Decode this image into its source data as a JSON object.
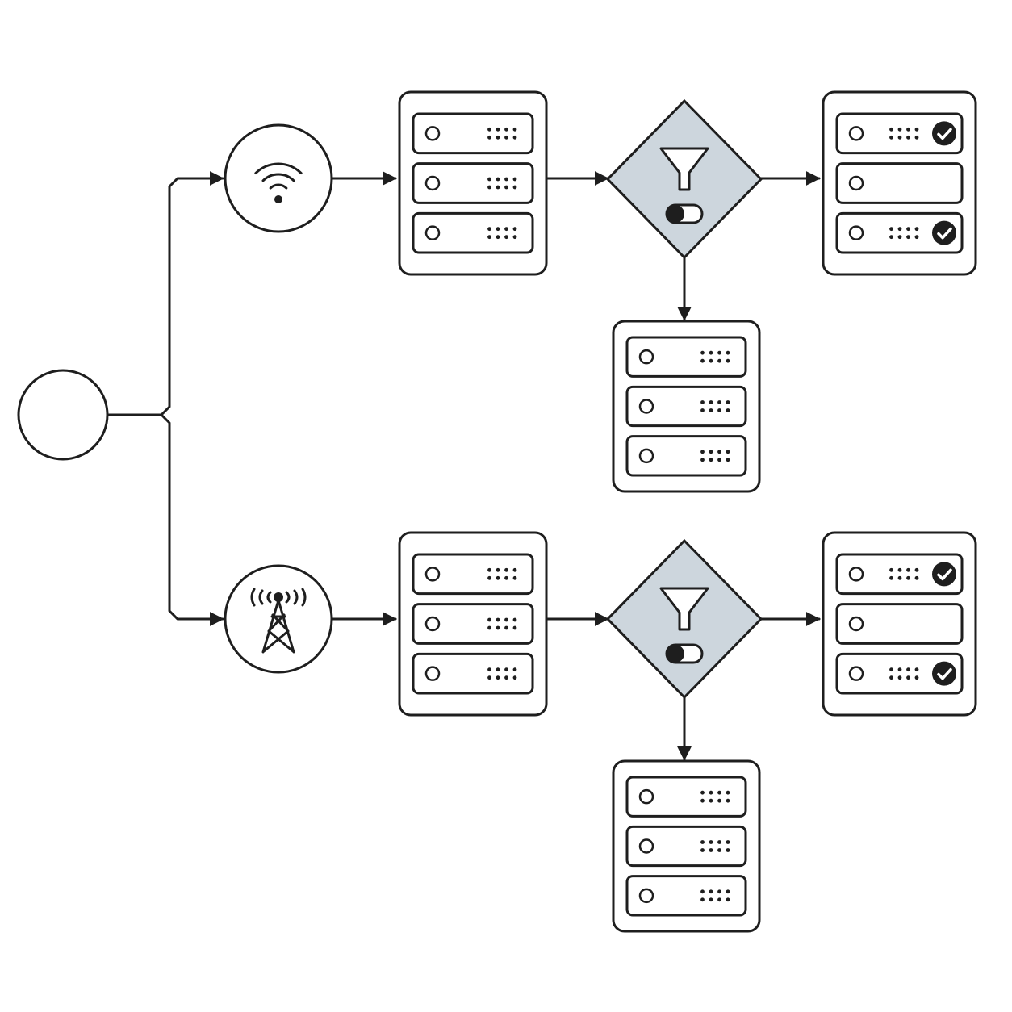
{
  "diagram": {
    "nodes": [
      {
        "id": "source",
        "kind": "start-circle"
      },
      {
        "id": "wifi-gateway",
        "kind": "wifi-icon"
      },
      {
        "id": "cell-gateway",
        "kind": "cell-tower-icon"
      },
      {
        "id": "server-top-ingest",
        "kind": "server-rack"
      },
      {
        "id": "server-bottom-ingest",
        "kind": "server-rack"
      },
      {
        "id": "filter-top",
        "kind": "filter-decision",
        "fill_color": "#cdd6dd",
        "toggle": "on"
      },
      {
        "id": "filter-bottom",
        "kind": "filter-decision",
        "fill_color": "#cdd6dd",
        "toggle": "on"
      },
      {
        "id": "server-top-verified",
        "kind": "server-rack",
        "slot_status": [
          "check",
          "empty",
          "check"
        ]
      },
      {
        "id": "server-bottom-verified",
        "kind": "server-rack",
        "slot_status": [
          "check",
          "empty",
          "check"
        ]
      },
      {
        "id": "server-top-rejected",
        "kind": "server-rack"
      },
      {
        "id": "server-bottom-rejected",
        "kind": "server-rack"
      }
    ],
    "edges": [
      {
        "from": "source",
        "to": "wifi-gateway"
      },
      {
        "from": "source",
        "to": "cell-gateway"
      },
      {
        "from": "wifi-gateway",
        "to": "server-top-ingest"
      },
      {
        "from": "cell-gateway",
        "to": "server-bottom-ingest"
      },
      {
        "from": "server-top-ingest",
        "to": "filter-top"
      },
      {
        "from": "server-bottom-ingest",
        "to": "filter-bottom"
      },
      {
        "from": "filter-top",
        "to": "server-top-verified"
      },
      {
        "from": "filter-bottom",
        "to": "server-bottom-verified"
      },
      {
        "from": "filter-top",
        "to": "server-top-rejected"
      },
      {
        "from": "filter-bottom",
        "to": "server-bottom-rejected"
      }
    ],
    "colors": {
      "line": "#1e1e1e",
      "decision_fill": "#cdd6dd",
      "background": "#ffffff"
    },
    "icons": [
      "wifi-icon",
      "cell-tower-icon",
      "server-rack-icon",
      "funnel-icon",
      "toggle-switch-icon",
      "check-circle-icon",
      "arrow-icon"
    ]
  }
}
